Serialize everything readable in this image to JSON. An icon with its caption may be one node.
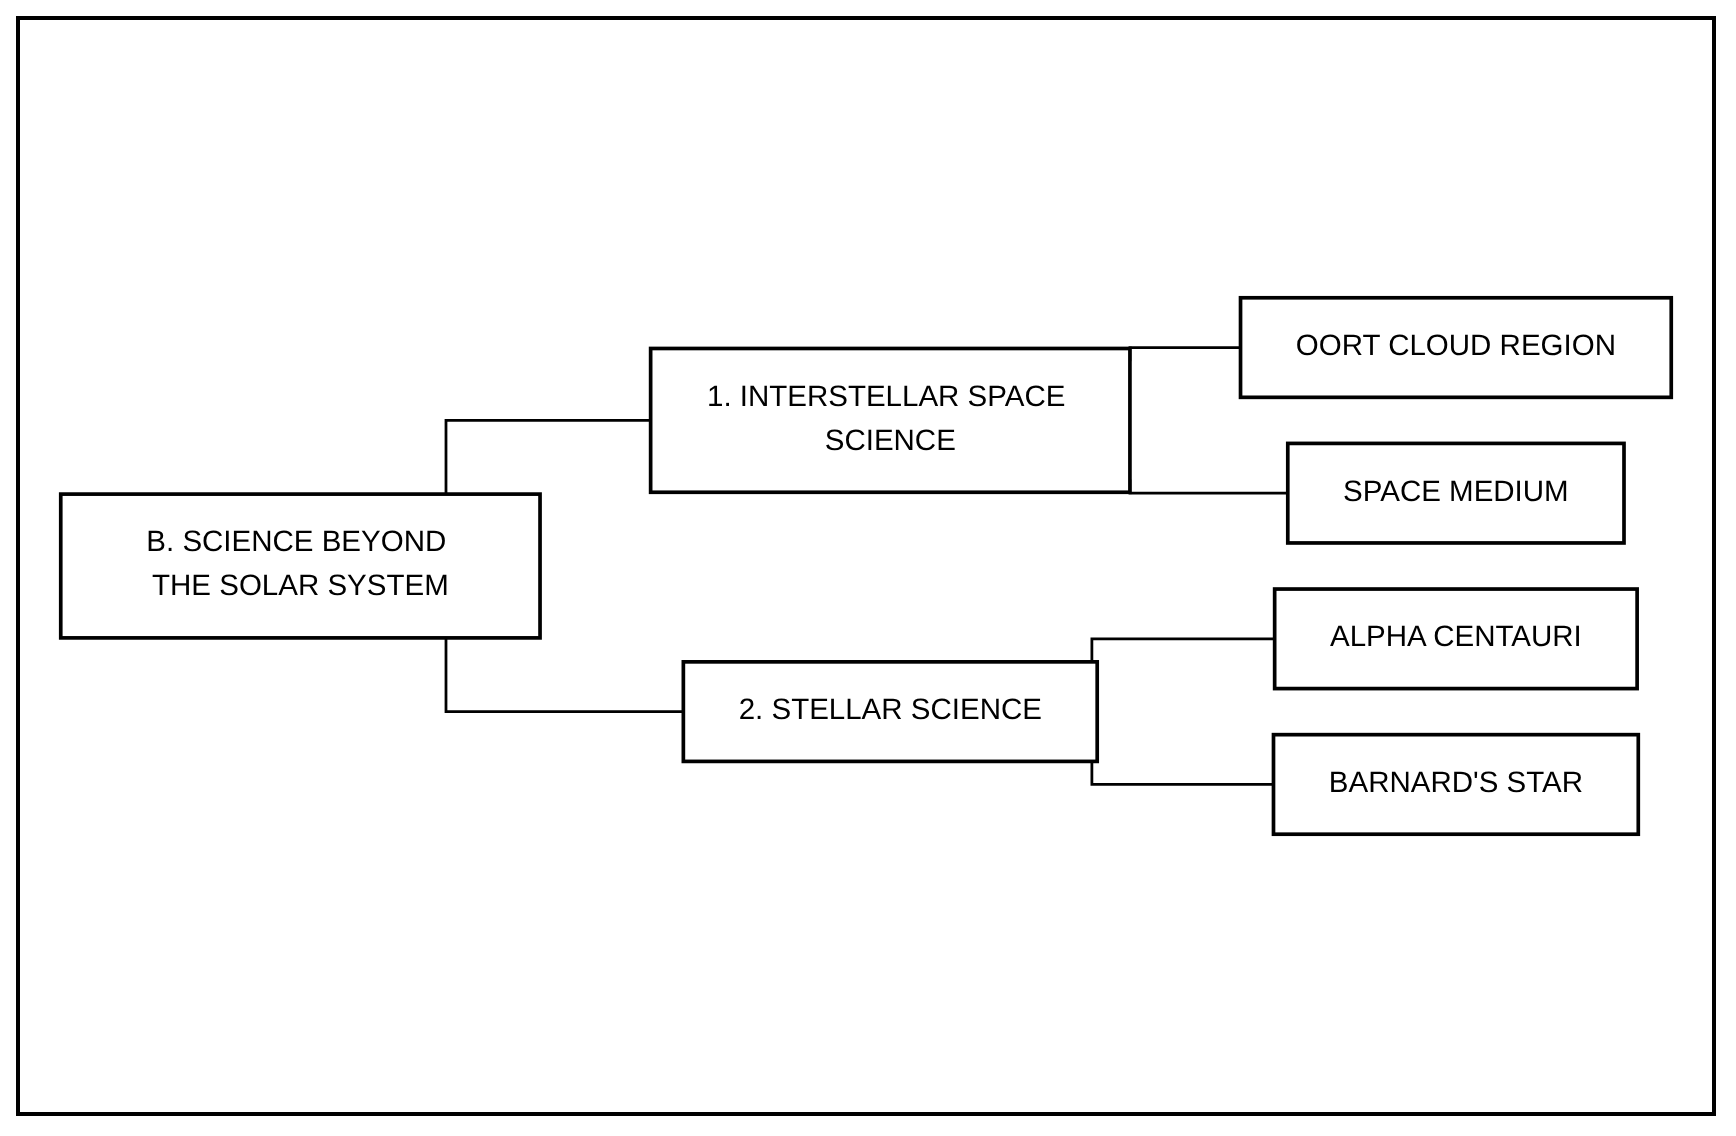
{
  "diagram": {
    "nodes": [
      {
        "text": [
          "B. SCIENCE BEYOND THE SOLAR SYSTEM"
        ]
      },
      {
        "text": [
          "1. INTERSTELLAR SPACE SCIENCE"
        ]
      },
      {
        "text": [
          "OORT CLOUD REGION"
        ]
      },
      {
        "text": [
          "SPACE MEDIUM"
        ]
      },
      {
        "text": [
          "2. STELLAR SCIENCE"
        ]
      },
      {
        "text": [
          "ALPHA CENTAURI"
        ]
      },
      {
        "text": [
          "BARNARD'S STAR"
        ]
      }
    ],
    "edges": [
      {
        "from": 0,
        "to": 1,
        "arrow": "none"
      },
      {
        "from": 1,
        "to": 2,
        "arrow": "none"
      },
      {
        "from": 1,
        "to": 3,
        "arrow": "none"
      },
      {
        "from": 0,
        "to": 4,
        "arrow": "none"
      },
      {
        "from": 4,
        "to": 5,
        "arrow": "none"
      },
      {
        "from": 4,
        "to": 6,
        "arrow": "none"
      }
    ]
  }
}
